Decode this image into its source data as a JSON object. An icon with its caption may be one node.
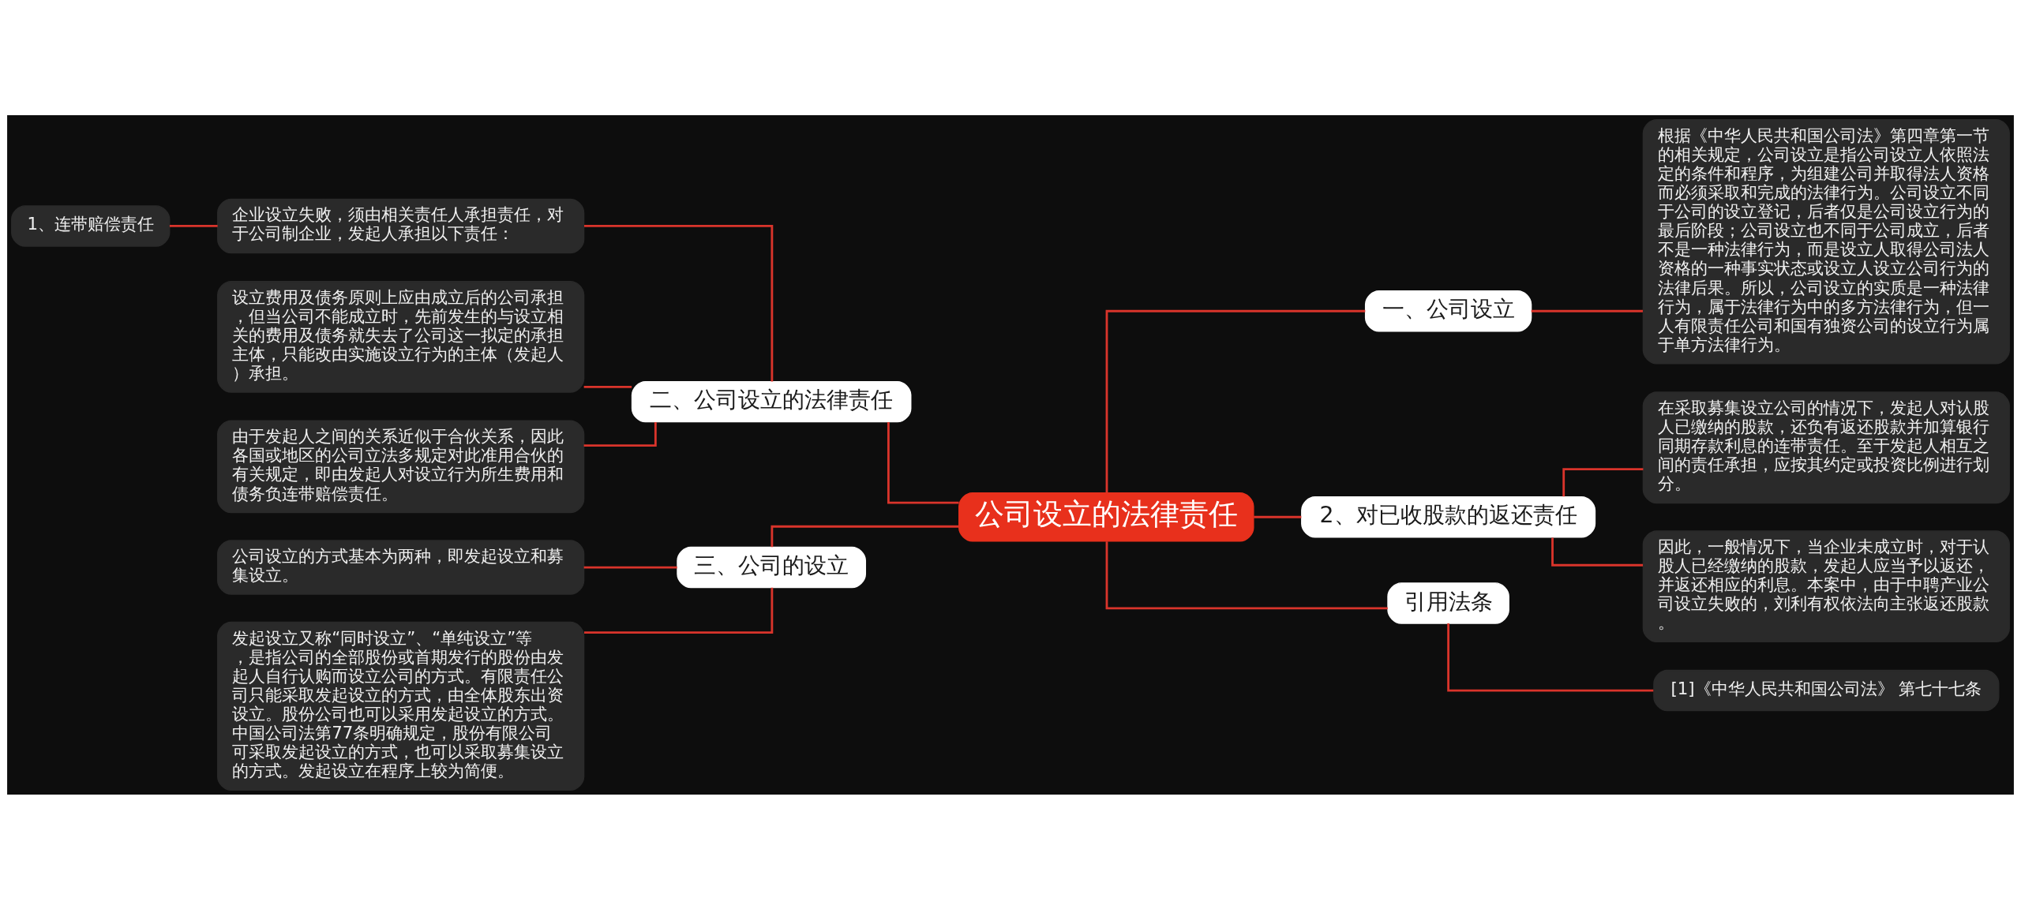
{
  "diagram": {
    "nodes": [
      {
        "text": [
          "公司设立的法律责任"
        ]
      },
      {
        "text": [
          "一、公司设立"
        ]
      },
      {
        "text": [
          "根据《中华人民共和国公司法》第四章第一节的相关规定，公司设立是指公司设立人依照法定的条件和程序，为组建公司并取得法人资格而必须采取和完成的法律行为。公司设立不同于公司的设立登记，后者仅是公司设立行为的最后阶段；公司设立也不同于公司成立，后者不是一种法律行为，而是设立人取得公司法人资格的一种事实状态或设立人设立公司行为的法律后果。所以，公司设立的实质是一种法律行为，属于法律行为中的多方法律行为，但一人有限责任公司和国有独资公司的设立行为属于单方法律行为。"
        ]
      },
      {
        "text": [
          "2、对已收股款的返还责任"
        ]
      },
      {
        "text": [
          "在采取募集设立公司的情况下，发起人对认股人已缴纳的股款，还负有返还股款并加算银行同期存款利息的连带责任。至于发起人相互之间的责任承担，应按其约定或投资比例进行划分。"
        ]
      },
      {
        "text": [
          "因此，一般情况下，当企业未成立时，对于认股人已经缴纳的股款，发起人应当予以返还，并返还相应的利息。本案中，由于中聘产业公司设立失败的，刘利有权依法向主张返还股款。"
        ]
      },
      {
        "text": [
          "引用法条"
        ]
      },
      {
        "text": [
          "[1]《中华人民共和国公司法》 第七十七条"
        ]
      },
      {
        "text": [
          "二、公司设立的法律责任"
        ]
      },
      {
        "text": [
          "企业设立失败，须由相关责任人承担责任，对于公司制企业，发起人承担以下责任："
        ]
      },
      {
        "text": [
          "设立费用及债务原则上应由成立后的公司承担，但当公司不能成立时，先前发生的与设立相关的费用及债务就失去了公司这一拟定的承担主体，只能改由实施设立行为的主体（发起人）承担。"
        ]
      },
      {
        "text": [
          "由于发起人之间的关系近似于合伙关系，因此各国或地区的公司立法多规定对此准用合伙的有关规定，即由发起人对设立行为所生费用和债务负连带赔偿责任。"
        ]
      },
      {
        "text": [
          "1、连带赔偿责任"
        ]
      },
      {
        "text": [
          "三、公司的设立"
        ]
      },
      {
        "text": [
          "公司设立的方式基本为两种，即发起设立和募集设立。"
        ]
      },
      {
        "text": [
          "发起设立又称“同时设立”、“单纯设立”等，是指公司的全部股份或首期发行的股份由发起人自行认购而设立公司的方式。有限责任公司只能采取发起设立的方式，由全体股东出资设立。股份公司也可以采用发起设立的方式。中国公司法第77条明确规定，股份有限公司可采取发起设立的方式，也可以采取募集设立的方式。发起设立在程序上较为简便。"
        ]
      }
    ],
    "edges": [
      {
        "from": 0,
        "to": 1,
        "arrow": "none"
      },
      {
        "from": 1,
        "to": 2,
        "arrow": "none"
      },
      {
        "from": 0,
        "to": 3,
        "arrow": "none"
      },
      {
        "from": 3,
        "to": 4,
        "arrow": "none"
      },
      {
        "from": 3,
        "to": 5,
        "arrow": "none"
      },
      {
        "from": 0,
        "to": 6,
        "arrow": "none"
      },
      {
        "from": 6,
        "to": 7,
        "arrow": "none"
      },
      {
        "from": 0,
        "to": 8,
        "arrow": "none"
      },
      {
        "from": 8,
        "to": 9,
        "arrow": "none"
      },
      {
        "from": 8,
        "to": 10,
        "arrow": "none"
      },
      {
        "from": 8,
        "to": 11,
        "arrow": "none"
      },
      {
        "from": 9,
        "to": 12,
        "arrow": "none"
      },
      {
        "from": 0,
        "to": 13,
        "arrow": "none"
      },
      {
        "from": 13,
        "to": 14,
        "arrow": "none"
      },
      {
        "from": 13,
        "to": 15,
        "arrow": "none"
      }
    ]
  }
}
